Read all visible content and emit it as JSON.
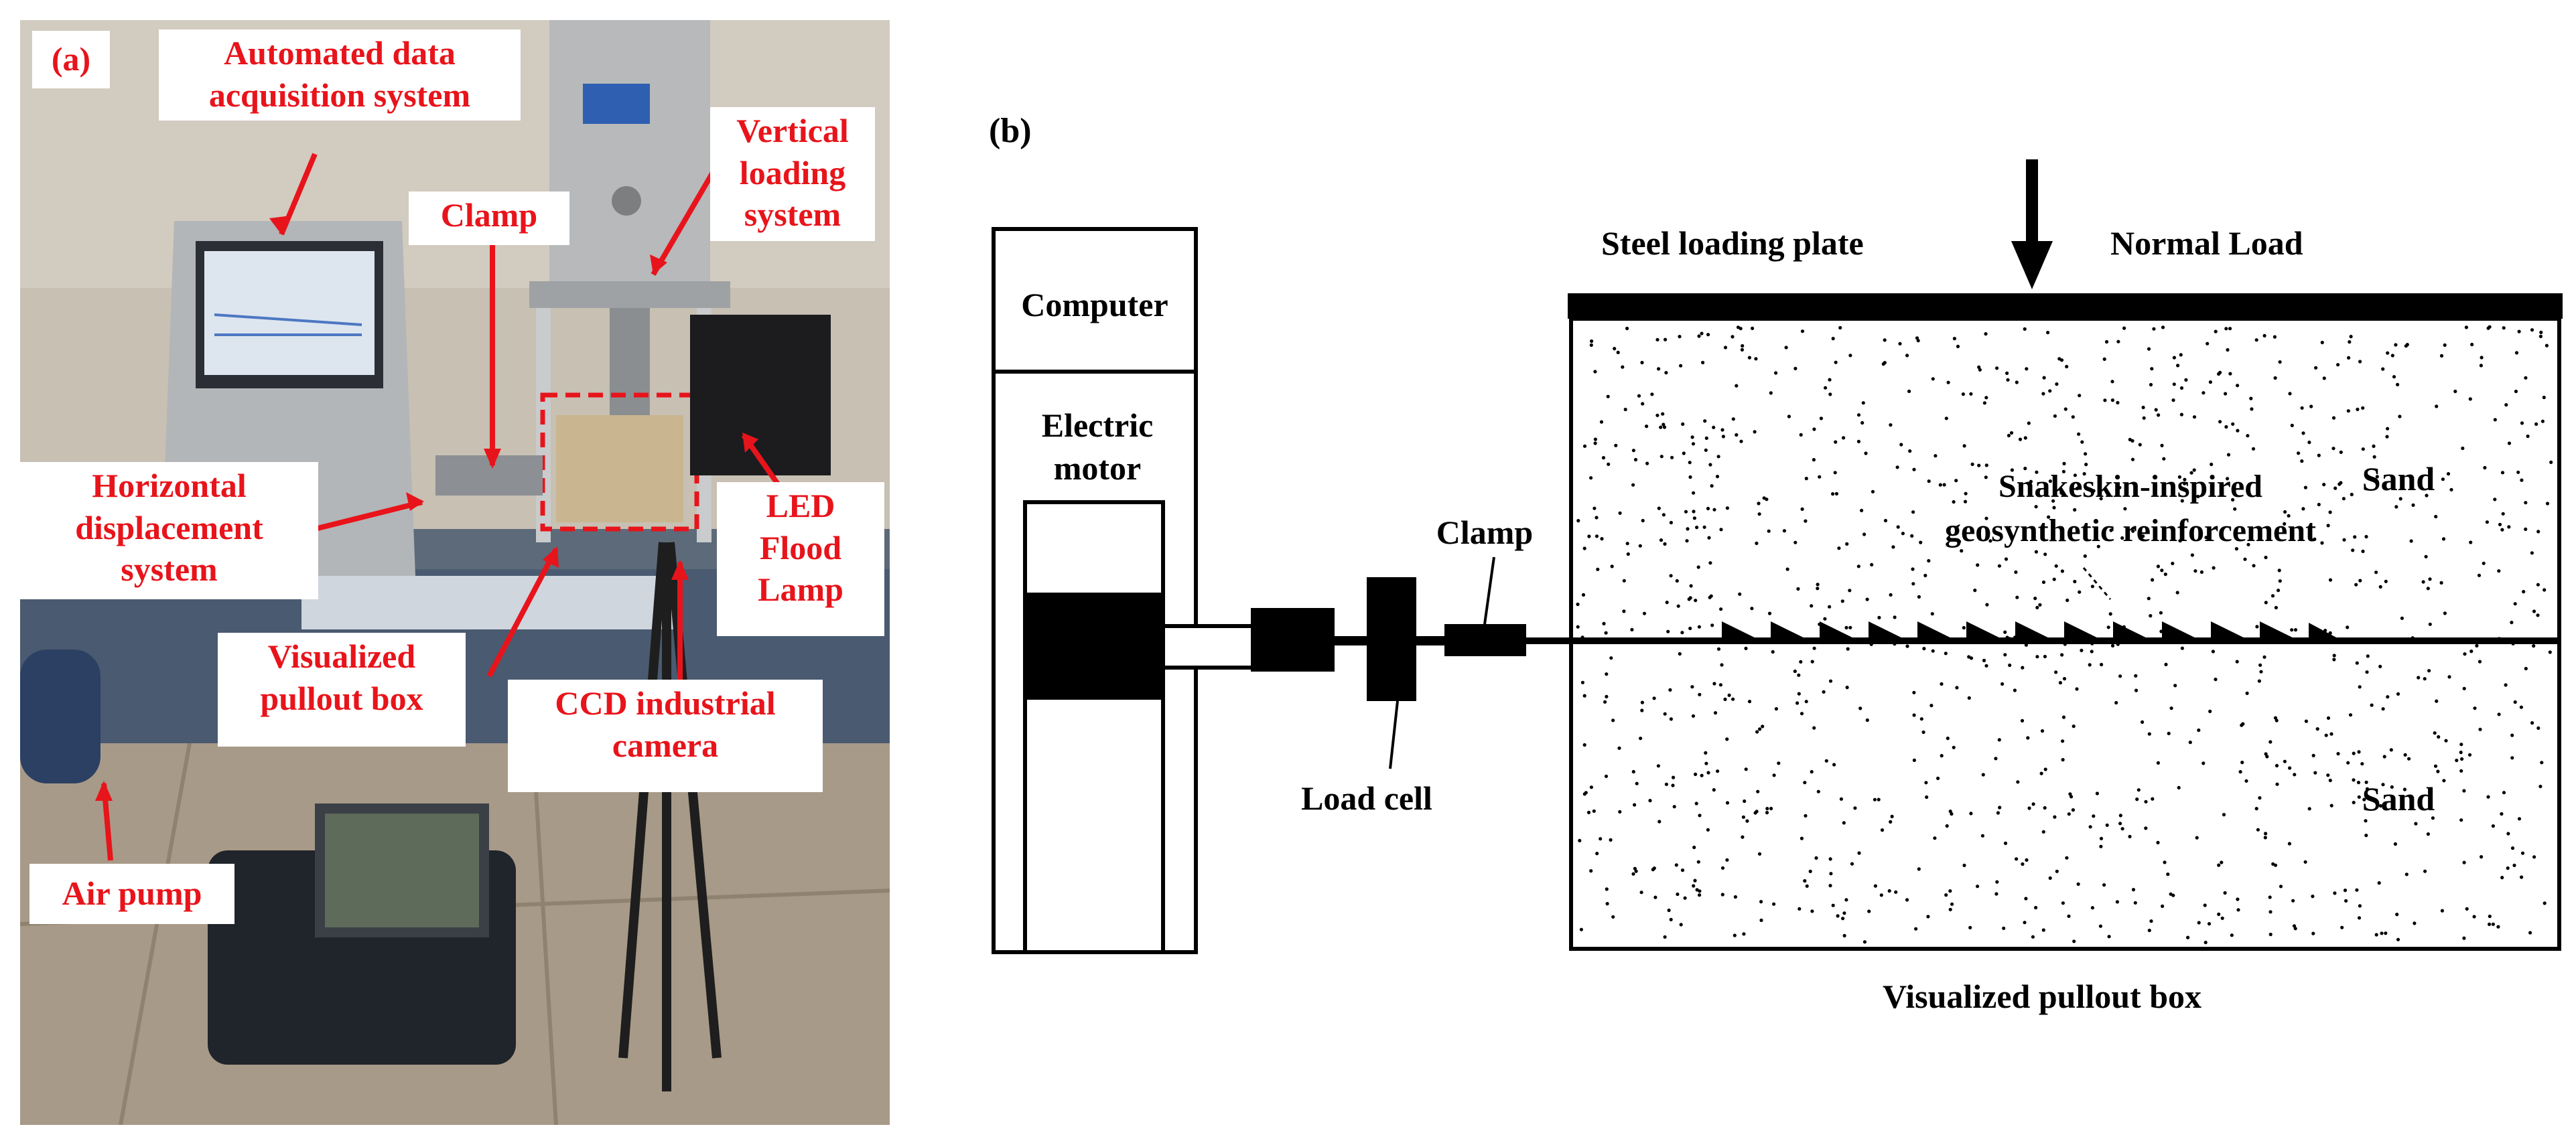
{
  "panel_a": {
    "label": "(a)",
    "callouts": {
      "daq": [
        "Automated data",
        "acquisition system"
      ],
      "vertical": [
        "Vertical",
        "loading",
        "system"
      ],
      "clamp": "Clamp",
      "horizontal": [
        "Horizontal",
        "displacement",
        "system"
      ],
      "led": [
        "LED",
        "Flood",
        "Lamp"
      ],
      "pullout": [
        "Visualized",
        "pullout box"
      ],
      "ccd": [
        "CCD industrial",
        "camera"
      ],
      "airpump": "Air pump"
    },
    "accent_color": "#e8141b"
  },
  "panel_b": {
    "label": "(b)",
    "computer": "Computer",
    "motor": [
      "Electric",
      "motor"
    ],
    "steel_plate": "Steel loading plate",
    "normal_load": "Normal Load",
    "reinforcement": [
      "Snakeskin-inspired",
      "geosynthetic reinforcement"
    ],
    "sand_top": "Sand",
    "sand_bottom": "Sand",
    "clamp": "Clamp",
    "load_cell": "Load cell",
    "box_caption": "Visualized pullout box"
  }
}
